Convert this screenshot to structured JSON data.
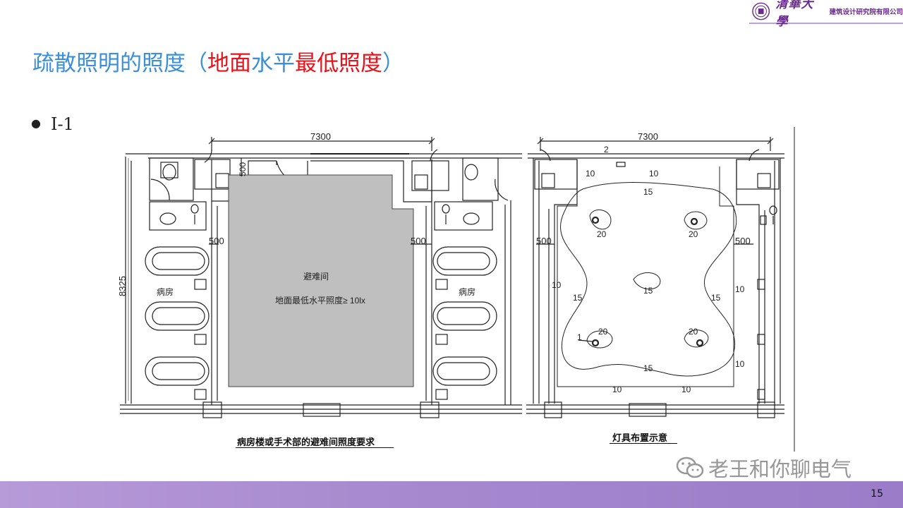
{
  "header": {
    "logo_script": "清華大學",
    "logo_name": "建筑设计研究院有限公司"
  },
  "title": {
    "part1": "疏散照明的照度（",
    "part2": "地面",
    "part3": "水平",
    "part4": "最低照度",
    "part5": "）"
  },
  "bullet": {
    "label": "I-1"
  },
  "left_plan": {
    "dim_width": "7300",
    "dim_height": "8325",
    "dim_top_small": "500",
    "dim_left": "500",
    "dim_right": "500",
    "ward_left": "病房",
    "ward_right": "病房",
    "room_name": "避难间",
    "requirement": "地面最低水平照度≥ 10lx",
    "caption": "病房楼或手术部的避难间照度要求"
  },
  "right_plan": {
    "dim_width": "7300",
    "dim_left": "500",
    "dim_right": "500",
    "label_2": "2",
    "label_1": "1",
    "iso_10": "10",
    "iso_15": "15",
    "iso_20": "20",
    "caption": "灯具布置示意"
  },
  "watermark": "老王和你聊电气",
  "page_number": "15",
  "colors": {
    "title_blue": "#3a8fd8",
    "title_red": "#e8121a",
    "footer": "#a88ad0",
    "shaded_room": "#bfbfbf"
  }
}
